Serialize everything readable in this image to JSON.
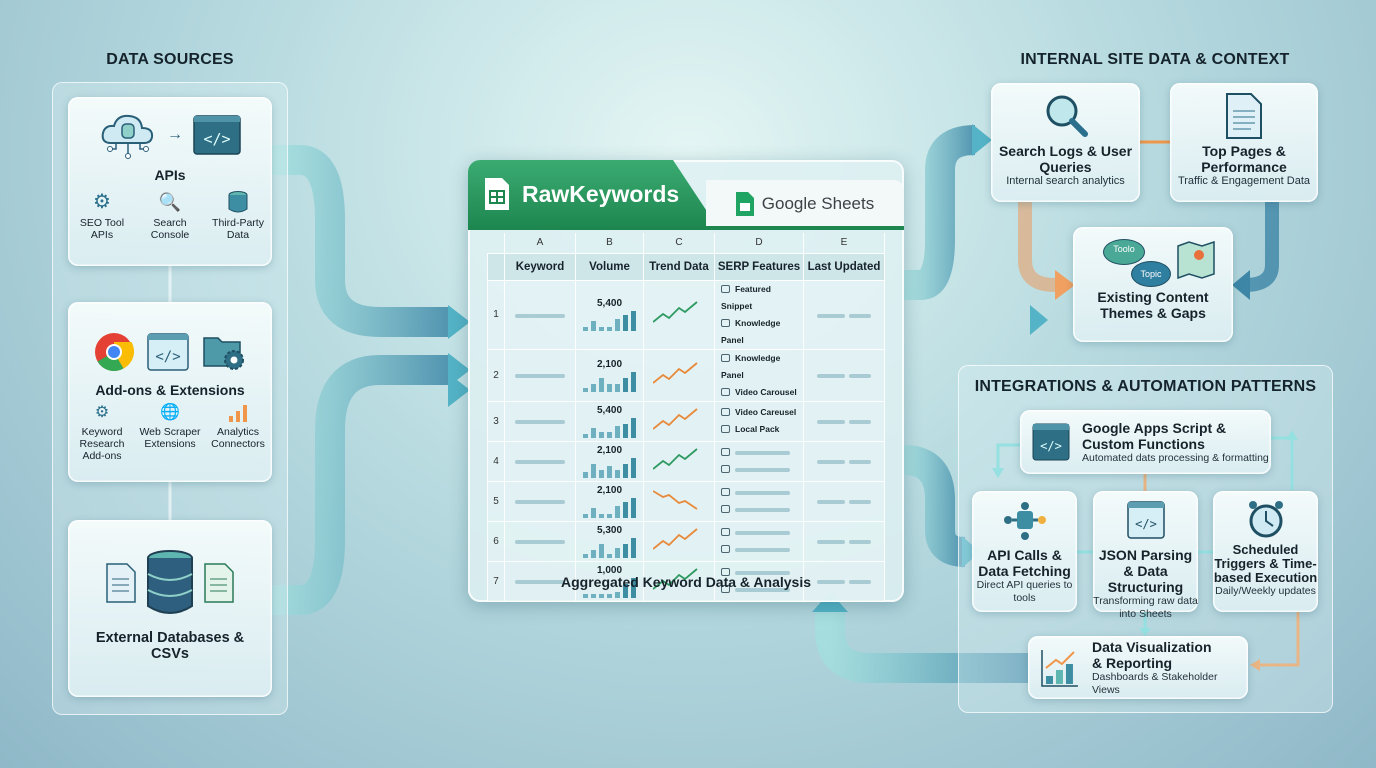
{
  "left": {
    "title": "DATA SOURCES",
    "apis": {
      "title": "APIs",
      "items": [
        "SEO Tool APIs",
        "Search Console",
        "Third-Party Data"
      ]
    },
    "addons": {
      "title": "Add-ons & Extensions",
      "items": [
        "Keyword Research Add-ons",
        "Web Scraper Extensions",
        "Analytics Connectors"
      ]
    },
    "databases": {
      "title": "External Databases & CSVs"
    }
  },
  "sheet": {
    "name": "RawKeywords",
    "app": "Google Sheets",
    "col_letters": [
      "A",
      "B",
      "C",
      "D",
      "E"
    ],
    "headers": [
      "Keyword",
      "Volume",
      "Trend Data",
      "SERP Features",
      "Last Updated"
    ],
    "rows": [
      {
        "n": "1",
        "volume": "5,400",
        "trend": "up",
        "trend_color": "#2e9a62",
        "bars": [
          2,
          5,
          2,
          2,
          6,
          8,
          10
        ],
        "serp": [
          "Featured Snippet",
          "Knowledge Panel"
        ]
      },
      {
        "n": "2",
        "volume": "2,100",
        "trend": "up",
        "trend_color": "#e8893a",
        "bars": [
          2,
          4,
          7,
          4,
          4,
          7,
          10
        ],
        "serp": [
          "Knowledge Panel",
          "Video Carousel"
        ]
      },
      {
        "n": "3",
        "volume": "5,400",
        "trend": "up",
        "trend_color": "#e8893a",
        "bars": [
          2,
          5,
          3,
          3,
          6,
          7,
          10
        ],
        "serp": [
          "Video Careusel",
          "Local Pack"
        ]
      },
      {
        "n": "4",
        "volume": "2,100",
        "trend": "up",
        "trend_color": "#2e9a62",
        "bars": [
          3,
          7,
          4,
          6,
          4,
          7,
          10
        ],
        "serp": [
          "",
          ""
        ]
      },
      {
        "n": "5",
        "volume": "2,100",
        "trend": "down",
        "trend_color": "#e8893a",
        "bars": [
          2,
          5,
          2,
          2,
          6,
          8,
          10
        ],
        "serp": [
          "",
          ""
        ]
      },
      {
        "n": "6",
        "volume": "5,300",
        "trend": "up",
        "trend_color": "#e8893a",
        "bars": [
          2,
          4,
          7,
          2,
          5,
          7,
          10
        ],
        "serp": [
          "",
          ""
        ]
      },
      {
        "n": "7",
        "volume": "1,000",
        "trend": "up",
        "trend_color": "#2e9a62",
        "bars": [
          2,
          2,
          2,
          2,
          3,
          7,
          10
        ],
        "serp": [
          "",
          ""
        ]
      }
    ],
    "footer": "Aggregated Keyword Data & Analysis"
  },
  "internal": {
    "title": "INTERNAL SITE DATA & CONTEXT",
    "search_logs": {
      "title": "Search Logs & User Queries",
      "desc": "Internal search analytics"
    },
    "top_pages": {
      "title": "Top Pages & Performance",
      "desc": "Traffic & Engagement Data"
    },
    "content": {
      "title": "Existing Content Themes & Gaps",
      "bubble1": "Toolo",
      "bubble2": "Topic"
    }
  },
  "integrations": {
    "title": "INTEGRATIONS & AUTOMATION PATTERNS",
    "apps_script": {
      "title": "Google Apps Script & Custom Functions",
      "desc": "Automated dats processing & formatting"
    },
    "api_calls": {
      "title": "API Calls & Data Fetching",
      "desc": "Direct API queries to tools"
    },
    "json": {
      "title": "JSON Parsing & Data Structuring",
      "desc": "Transforming raw data into Sheets"
    },
    "triggers": {
      "title": "Scheduled Triggers & Time-based Execution",
      "desc": "Daily/Weekly updates"
    },
    "viz": {
      "title": "Data Visualization & Reporting",
      "desc": "Dashboards & Stakeholder Views"
    }
  },
  "colors": {
    "green": "#1e8750",
    "teal": "#5fd6cf",
    "orange": "#f0964a",
    "navy": "#2a5f78"
  }
}
